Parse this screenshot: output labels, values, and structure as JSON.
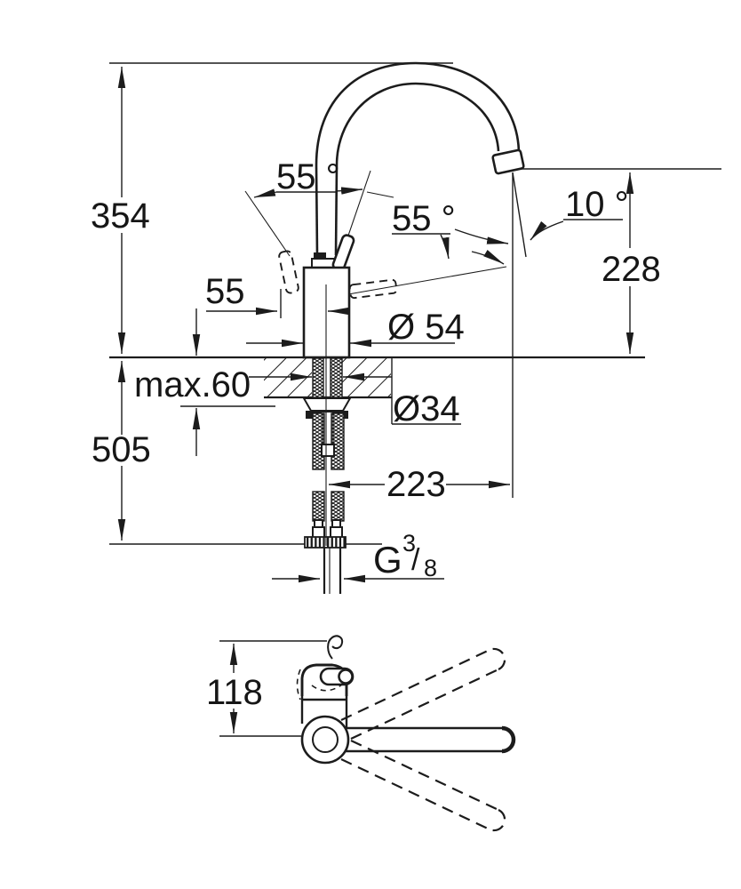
{
  "page": {
    "background": "#ffffff",
    "line_color": "#1c1c1c"
  },
  "side_view": {
    "labels": {
      "overall_height": "354",
      "lever_angle_left": "55 °",
      "lever_angle_right": "55 °",
      "stream_angle": "10 °",
      "spout_height": "228",
      "lever_reach": "55",
      "body_diameter": "Ø 54",
      "max_mounting_thickness": "max.60",
      "hole_diameter": "Ø34",
      "height_below_deck": "505",
      "spout_reach": "223",
      "thread": {
        "g": "G",
        "numerator": "3",
        "slash": "/",
        "denominator": "8"
      }
    }
  },
  "top_view": {
    "labels": {
      "handle_depth": "118"
    }
  }
}
